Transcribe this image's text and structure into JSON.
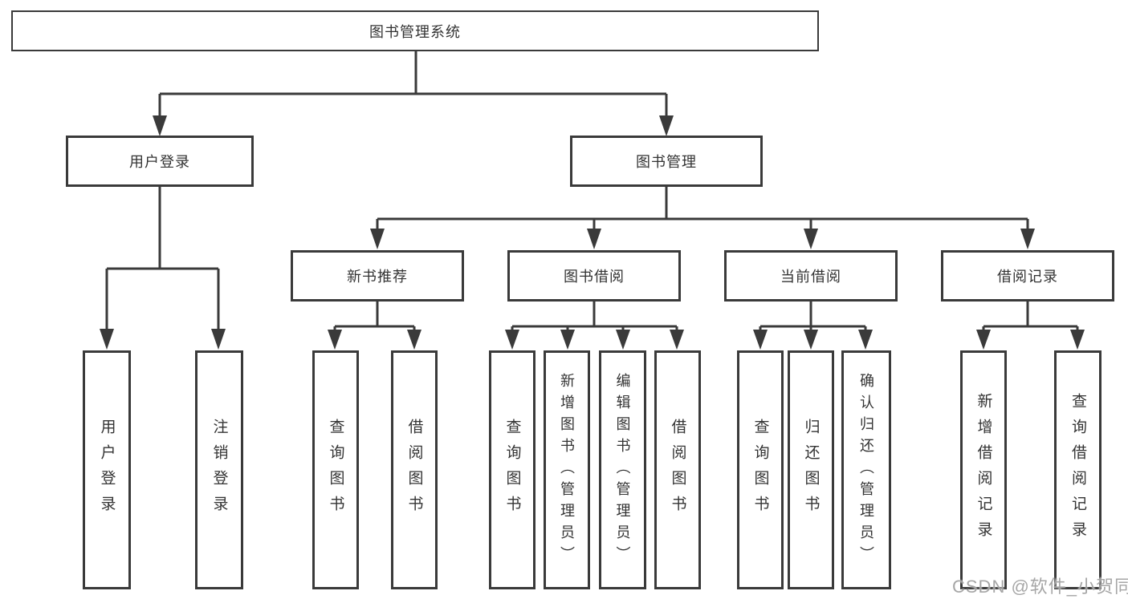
{
  "diagram": {
    "root": {
      "label": "图书管理系统"
    },
    "branches": [
      {
        "label": "用户登录",
        "children": [
          {
            "label": "用户登录"
          },
          {
            "label": "注销登录"
          }
        ]
      },
      {
        "label": "图书管理",
        "children": [
          {
            "label": "新书推荐",
            "children": [
              {
                "label": "查询图书"
              },
              {
                "label": "借阅图书"
              }
            ]
          },
          {
            "label": "图书借阅",
            "children": [
              {
                "label": "查询图书"
              },
              {
                "label": "新增图书（管理员）"
              },
              {
                "label": "编辑图书（管理员）"
              },
              {
                "label": "借阅图书"
              }
            ]
          },
          {
            "label": "当前借阅",
            "children": [
              {
                "label": "查询图书"
              },
              {
                "label": "归还图书"
              },
              {
                "label": "确认归还（管理员）"
              }
            ]
          },
          {
            "label": "借阅记录",
            "children": [
              {
                "label": "新增借阅记录"
              },
              {
                "label": "查询借阅记录"
              }
            ]
          }
        ]
      }
    ]
  },
  "colors": {
    "line": "#3a3a3a",
    "text": "#333333",
    "box_background": "#ffffff",
    "watermark": "#9e9e9e"
  },
  "watermark": "CSDN @软件_小贺同学"
}
